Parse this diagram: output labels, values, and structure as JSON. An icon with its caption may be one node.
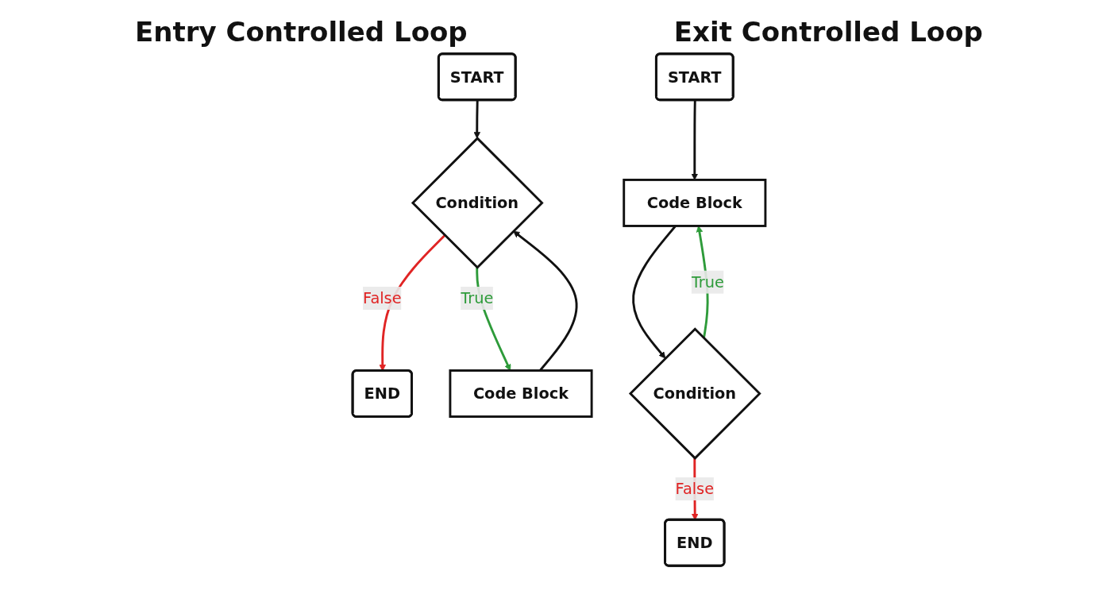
{
  "diagram": {
    "nodes": [
      {
        "text": [
          "START"
        ]
      },
      {
        "text": [
          "Condition"
        ]
      },
      {
        "text": [
          "END"
        ]
      },
      {
        "text": [
          "Code Block"
        ]
      },
      {
        "text": [
          "START"
        ]
      },
      {
        "text": [
          "Code Block"
        ]
      },
      {
        "text": [
          "Condition"
        ]
      },
      {
        "text": [
          "END"
        ]
      }
    ],
    "edges": [
      {
        "from": 0,
        "to": 1,
        "arrow": "to"
      },
      {
        "from": 1,
        "to": 2,
        "arrow": "to",
        "label": "False",
        "color": "#e02424"
      },
      {
        "from": 1,
        "to": 3,
        "arrow": "to",
        "label": "True",
        "color": "#2e9b3a"
      },
      {
        "from": 3,
        "to": 1,
        "arrow": "to"
      },
      {
        "from": 4,
        "to": 5,
        "arrow": "to"
      },
      {
        "from": 5,
        "to": 6,
        "arrow": "to"
      },
      {
        "from": 6,
        "to": 5,
        "arrow": "to",
        "label": "True",
        "color": "#2e9b3a"
      },
      {
        "from": 6,
        "to": 7,
        "arrow": "to",
        "label": "False",
        "color": "#e02424"
      }
    ],
    "labels": [
      "Entry Controlled Loop",
      "Exit Controlled Loop"
    ]
  }
}
